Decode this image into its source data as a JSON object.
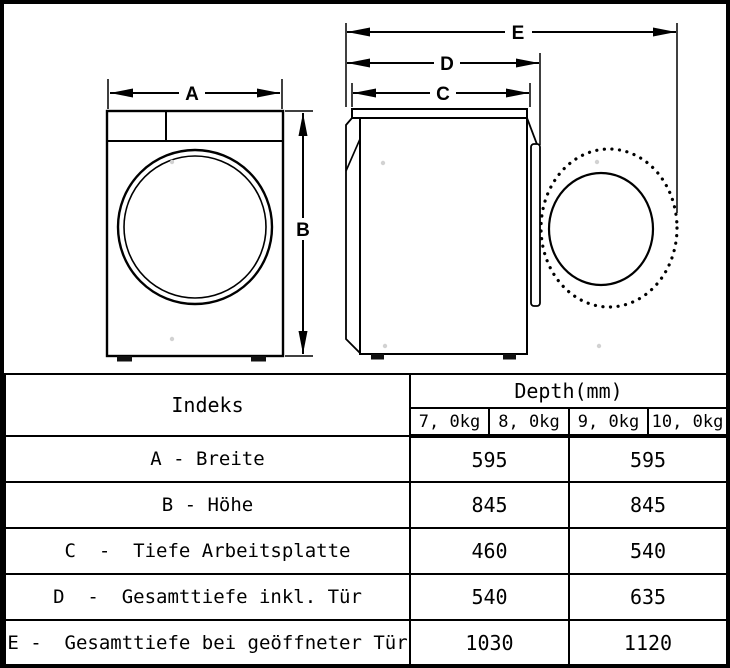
{
  "diagram": {
    "dim_labels": {
      "a": "A",
      "b": "B",
      "c": "C",
      "d": "D",
      "e": "E"
    }
  },
  "table": {
    "index_header": "Indeks",
    "depth_header": "Depth(mm)",
    "capacity_columns": [
      "7, 0kg",
      "8, 0kg",
      "9, 0kg",
      "10, 0kg"
    ],
    "rows": [
      {
        "label": "A - Breite",
        "value_7_8kg": "595",
        "value_9_10kg": "595"
      },
      {
        "label": "B - Höhe",
        "value_7_8kg": "845",
        "value_9_10kg": "845"
      },
      {
        "label": "C  -  Tiefe Arbeitsplatte",
        "value_7_8kg": "460",
        "value_9_10kg": "540"
      },
      {
        "label": "D  -  Gesamttiefe inkl. Tür",
        "value_7_8kg": "540",
        "value_9_10kg": "635"
      },
      {
        "label": "E -  Gesamttiefe bei geöffneter Tür",
        "value_7_8kg": "1030",
        "value_9_10kg": "1120"
      }
    ]
  }
}
